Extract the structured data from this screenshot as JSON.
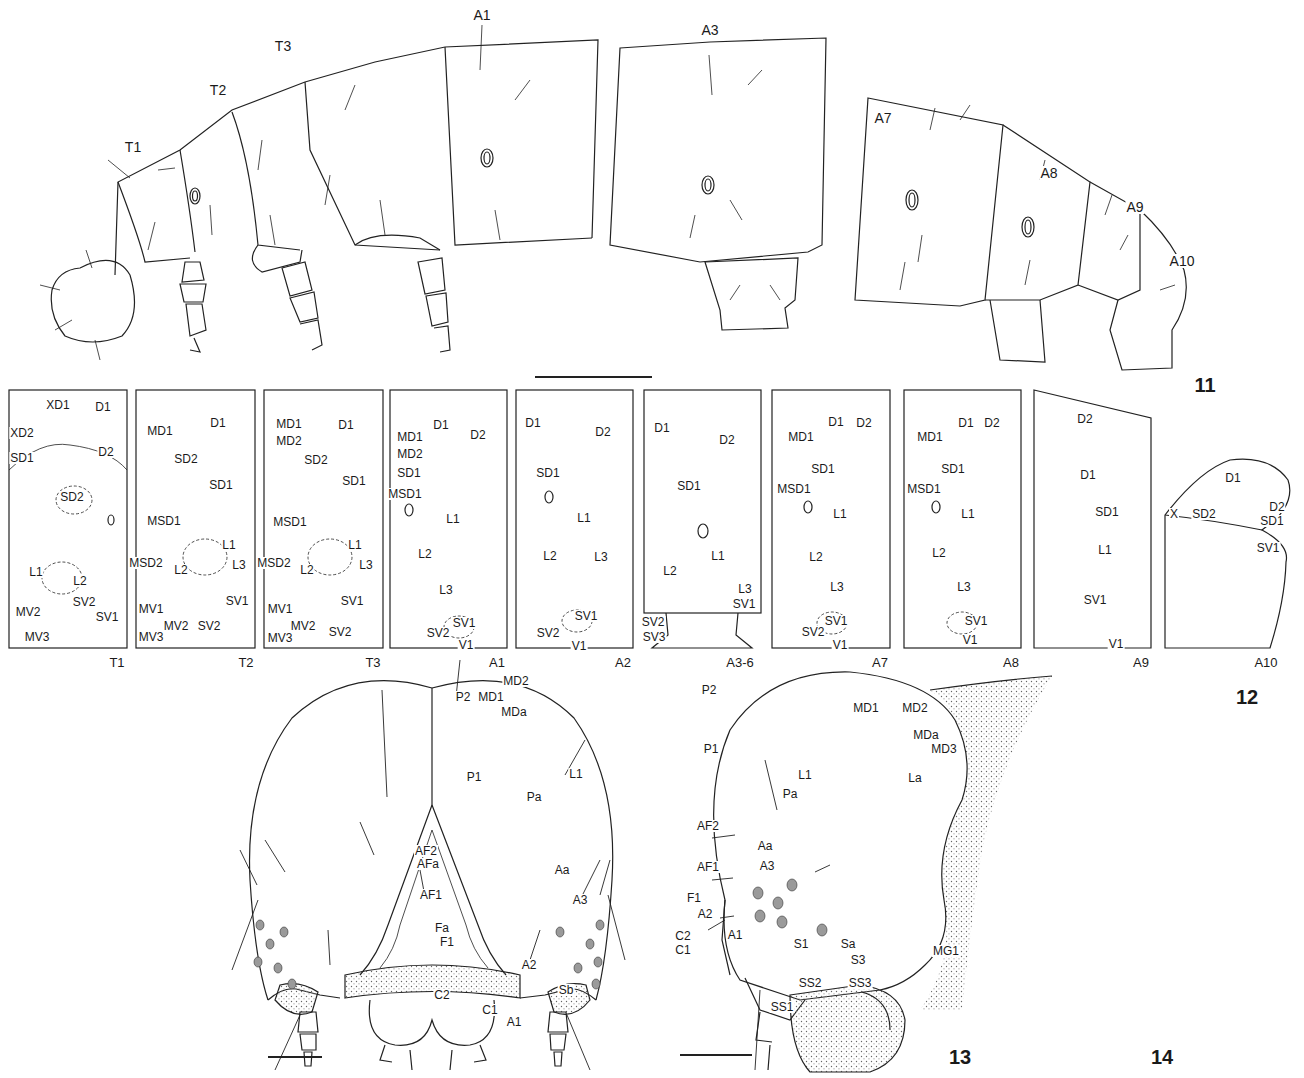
{
  "diagram": {
    "nodes": [
      {
        "text": [
          "XD1",
          "D1",
          "XD2",
          "D2",
          "SD1",
          "SD2",
          "L1",
          "L2",
          "SV2",
          "MV2",
          "SV1",
          "MV3",
          "T1"
        ]
      },
      {
        "text": [
          "MD1",
          "D1",
          "SD2",
          "SD1",
          "MSD1",
          "L1",
          "MSD2",
          "L2",
          "L3",
          "SV1",
          "MV1",
          "MV2",
          "SV2",
          "MV3",
          "T2"
        ]
      },
      {
        "text": [
          "MD1",
          "D1",
          "MD2",
          "SD2",
          "SD1",
          "MSD1",
          "L1",
          "MSD2",
          "L2",
          "L3",
          "SV1",
          "MV1",
          "MV2",
          "SV2",
          "MV3",
          "T3"
        ]
      },
      {
        "text": [
          "D1",
          "D2",
          "MD1",
          "MD2",
          "SD1",
          "MSD1",
          "L1",
          "L2",
          "L3",
          "SV1",
          "SV2",
          "V1",
          "A1"
        ]
      },
      {
        "text": [
          "D1",
          "D2",
          "SD1",
          "L1",
          "L2",
          "L3",
          "SV1",
          "SV2",
          "V1",
          "A2"
        ]
      },
      {
        "text": [
          "D1",
          "D2",
          "SD1",
          "L1",
          "L2",
          "L3",
          "SV1",
          "SV2",
          "SV3",
          "A3-6"
        ]
      },
      {
        "text": [
          "MD1",
          "D1",
          "D2",
          "SD1",
          "MSD1",
          "L1",
          "L2",
          "L3",
          "SV1",
          "SV2",
          "V1",
          "A7"
        ]
      },
      {
        "text": [
          "MD1",
          "D1",
          "D2",
          "SD1",
          "MSD1",
          "L1",
          "L2",
          "L3",
          "SV1",
          "V1",
          "A8"
        ]
      },
      {
        "text": [
          "D2",
          "D1",
          "SD1",
          "L1",
          "SV1",
          "V1",
          "A9"
        ]
      },
      {
        "text": [
          "D1",
          "X",
          "SD2",
          "D2",
          "SD1",
          "SV1",
          "A10"
        ]
      }
    ],
    "labels": [
      "T1",
      "T2",
      "T3",
      "A1",
      "A3",
      "A7",
      "A8",
      "A9",
      "A10",
      "11",
      "12",
      "MD2",
      "P2",
      "MD1",
      "MDa",
      "P1",
      "Pa",
      "L1",
      "AF2",
      "AFa",
      "Aa",
      "AF1",
      "A3",
      "Fa",
      "F1",
      "A2",
      "C2",
      "Sb",
      "C1",
      "A1",
      "13",
      "P2",
      "MD1",
      "MD2",
      "MDa",
      "MD3",
      "P1",
      "L1",
      "Pa",
      "La",
      "AF2",
      "Aa",
      "AF1",
      "A3",
      "F1",
      "A2",
      "A1",
      "C2",
      "C1",
      "S1",
      "Sa",
      "MG1",
      "S3",
      "SS2",
      "SS3",
      "SS1",
      "14"
    ]
  }
}
